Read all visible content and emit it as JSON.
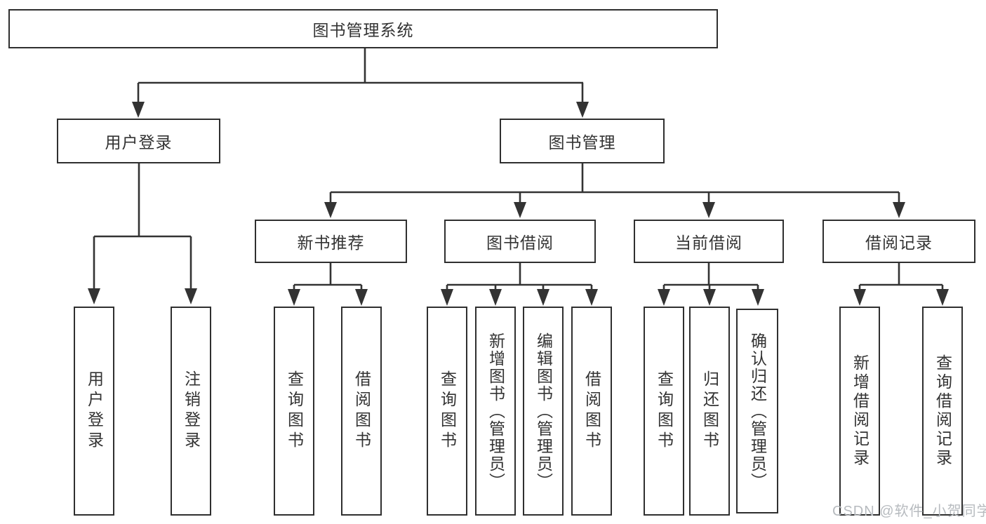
{
  "diagram": {
    "root": {
      "label": "图书管理系统",
      "children": [
        {
          "label": "用户登录",
          "children": [
            {
              "label": "用户登录"
            },
            {
              "label": "注销登录"
            }
          ]
        },
        {
          "label": "图书管理",
          "children": [
            {
              "label": "新书推荐",
              "children": [
                {
                  "label": "查询图书"
                },
                {
                  "label": "借阅图书"
                }
              ]
            },
            {
              "label": "图书借阅",
              "children": [
                {
                  "label": "查询图书"
                },
                {
                  "label": "新增图书（管理员）"
                },
                {
                  "label": "编辑图书（管理员）"
                },
                {
                  "label": "借阅图书"
                }
              ]
            },
            {
              "label": "当前借阅",
              "children": [
                {
                  "label": "查询图书"
                },
                {
                  "label": "归还图书"
                },
                {
                  "label": "确认归还（管理员）"
                }
              ]
            },
            {
              "label": "借阅记录",
              "children": [
                {
                  "label": "新增借阅记录"
                },
                {
                  "label": "查询借阅记录"
                }
              ]
            }
          ]
        }
      ]
    },
    "colors": {
      "line": "#333333",
      "text": "#333333",
      "box_background": "#ffffff",
      "watermark": "#b7bbbf",
      "page_background": "#ffffff"
    }
  },
  "watermark": {
    "text": "CSDN @软件_小贺同学"
  }
}
